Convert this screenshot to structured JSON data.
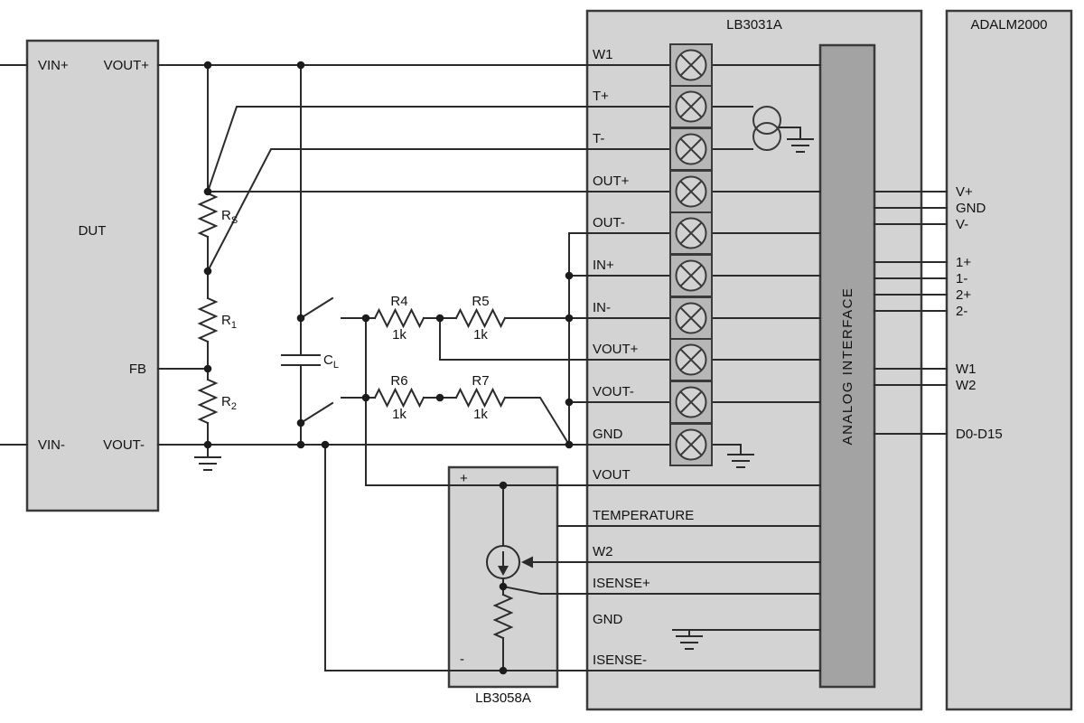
{
  "palette": {
    "background": "#ffffff",
    "block_fill": "#d3d3d3",
    "interface_fill": "#a3a3a3",
    "terminal_fill": "#b7b7b7",
    "wire": "#2b2b2b"
  },
  "dut": {
    "title": "DUT",
    "pin_vin_plus": "VIN+",
    "pin_vout_plus": "VOUT+",
    "pin_fb": "FB",
    "pin_vin_minus": "VIN-",
    "pin_vout_minus": "VOUT-"
  },
  "components": {
    "rs": {
      "base": "R",
      "sub": "S"
    },
    "r1": {
      "base": "R",
      "sub": "1"
    },
    "r2": {
      "base": "R",
      "sub": "2"
    },
    "cl": {
      "base": "C",
      "sub": "L"
    },
    "r4": {
      "name": "R4",
      "value": "1k"
    },
    "r5": {
      "name": "R5",
      "value": "1k"
    },
    "r6": {
      "name": "R6",
      "value": "1k"
    },
    "r7": {
      "name": "R7",
      "value": "1k"
    }
  },
  "lb3031a": {
    "title": "LB3031A",
    "interface_label": "ANALOG INTERFACE",
    "pins": [
      "W1",
      "T+",
      "T-",
      "OUT+",
      "OUT-",
      "IN+",
      "IN-",
      "VOUT+",
      "VOUT-",
      "GND",
      "VOUT",
      "TEMPERATURE",
      "W2",
      "ISENSE+",
      "GND",
      "ISENSE-"
    ]
  },
  "lb3058a": {
    "title": "LB3058A",
    "plus_label": "+",
    "minus_label": "-"
  },
  "adalm2000": {
    "title": "ADALM2000",
    "pins": [
      "V+",
      "GND",
      "V-",
      "1+",
      "1-",
      "2+",
      "2-",
      "W1",
      "W2",
      "D0-D15"
    ]
  }
}
